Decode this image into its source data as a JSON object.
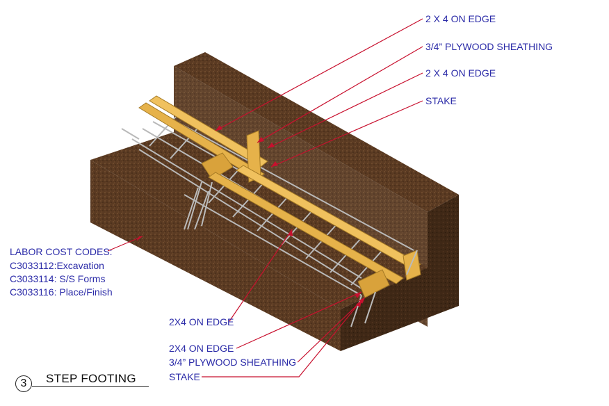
{
  "drawing": {
    "number": "3",
    "title": "STEP FOOTING"
  },
  "callouts_top": [
    "2 X 4 ON EDGE",
    "3/4” PLYWOOD SHEATHING",
    "2 X 4 ON EDGE",
    "STAKE"
  ],
  "labor_codes": {
    "heading": "LABOR COST CODES:",
    "items": [
      "C3033112:Excavation",
      "C3033114: S/S Forms",
      "C3033116: Place/Finish"
    ]
  },
  "callouts_bottom": [
    "2X4 ON EDGE",
    "2X4 ON EDGE",
    "3/4” PLYWOOD SHEATHING",
    "STAKE"
  ],
  "colors": {
    "label_text": "#2b2ba8",
    "leader": "#c8102e",
    "soil_top": "#6b4a2e",
    "soil_side": "#4a2f1a",
    "lumber": "#e6b24a"
  }
}
